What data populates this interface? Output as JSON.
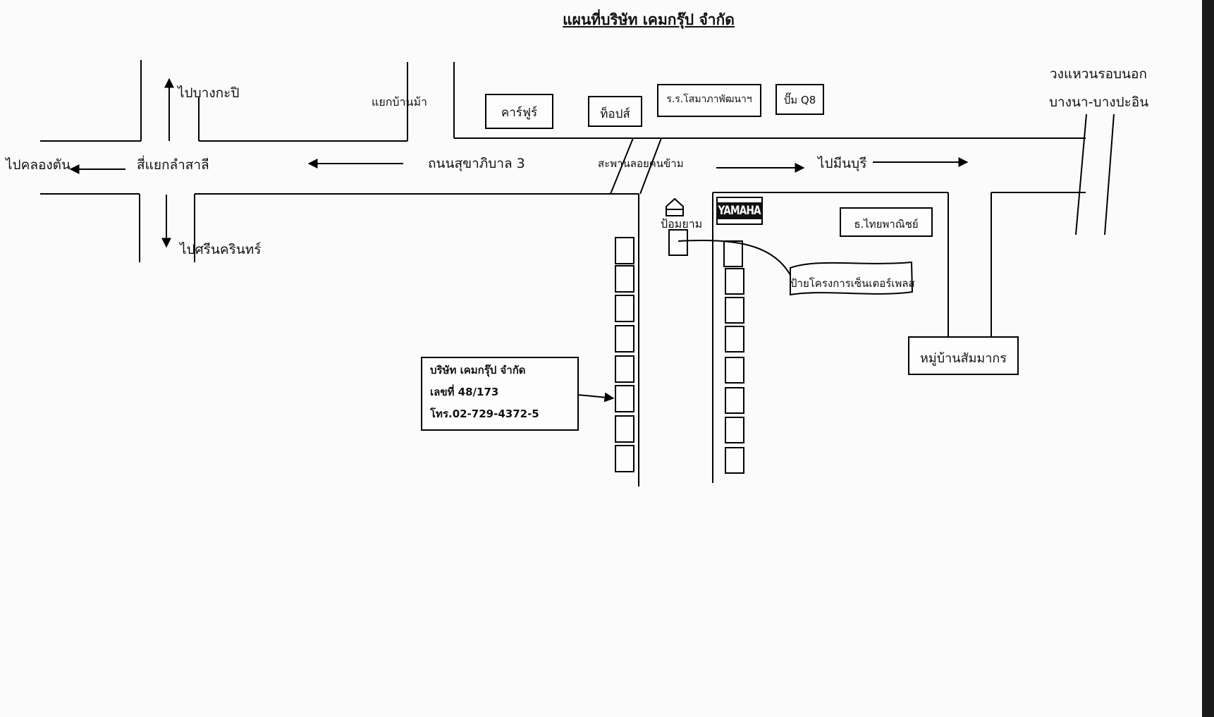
{
  "title": "แผนที่บริษัท เคมกรุ๊ป จำกัด",
  "labels": {
    "to_bangkapi": "ไปบางกะปิ",
    "to_khlong_ton": "ไปคลองตัน",
    "intersection_lamsali": "สี่แยกลำสาลี",
    "to_srinakarin": "ไปศรีนครินทร์",
    "ban_ma_junction": "แยกบ้านม้า",
    "road_sukhaphiban3": "ถนนสุขาภิบาล 3",
    "pedestrian_bridge": "สะพานลอยคนข้าม",
    "to_min_buri": "ไปมีนบุรี",
    "outer_ring_line1": "วงแหวนรอบนอก",
    "outer_ring_line2": "บางนา-บางปะอิน",
    "guard_post": "ป้อมยาม"
  },
  "places": {
    "carrefour": "คาร์ฟูร์",
    "tops": "ท็อปส์",
    "school": "ร.ร.โสมาภาพัฒนาฯ",
    "q8_pump": "ปั๊ม Q8",
    "yamaha": "YAMAHA",
    "thai_panich_bank": "ธ.ไทยพาณิชย์",
    "project_sign": "ป้ายโครงการเซ็นเตอร์เพลส",
    "sommakorn_village": "หมู่บ้านสัมมากร"
  },
  "company": {
    "name": "บริษัท เคมกรุ๊ป จำกัด",
    "number": "เลขที่ 48/173",
    "phone": "โทร.02-729-4372-5"
  }
}
